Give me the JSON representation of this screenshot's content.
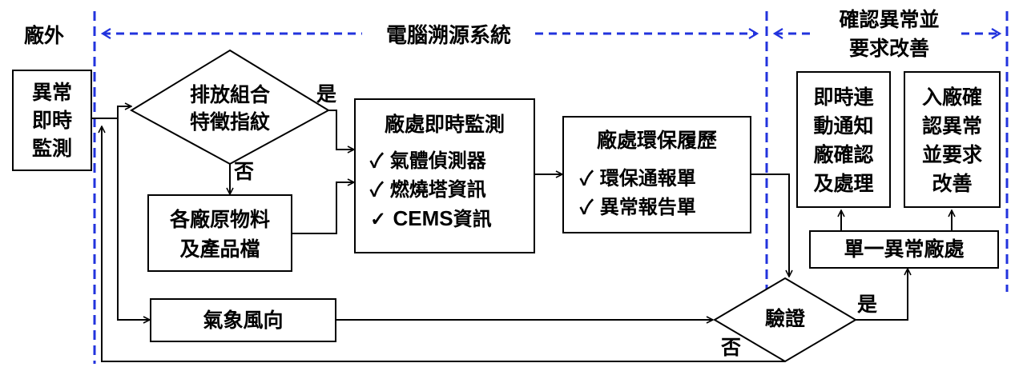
{
  "regions": {
    "outside": "廠外",
    "system": "電腦溯源系統",
    "confirm": [
      "確認異常並",
      "要求改善"
    ]
  },
  "boxes": {
    "realtime_monitor": [
      "異常",
      "即時",
      "監測"
    ],
    "fingerprint": [
      "排放組合",
      "特徵指紋"
    ],
    "raw_material": [
      "各廠原物料",
      "及產品檔"
    ],
    "plant_monitor": {
      "title": "廠處即時監測",
      "items": [
        "✓ 氣體偵測器",
        "✓ 燃燒塔資訊",
        "✓ CEMS資訊"
      ]
    },
    "history": {
      "title": "廠處環保履歷",
      "items": [
        "✓ 環保通報單",
        "✓ 異常報告單"
      ]
    },
    "notify": [
      "即時連",
      "動通知",
      "廠確認",
      "及處理"
    ],
    "inspect": [
      "入廠確",
      "認異常",
      "並要求",
      "改善"
    ],
    "single_plant": "單一異常廠處",
    "weather": "氣象風向",
    "verify": "驗證"
  },
  "labels": {
    "yes1": "是",
    "no1": "否",
    "yes2": "是",
    "no2": "否"
  },
  "colors": {
    "divider": "#2233dd",
    "line": "#000000"
  }
}
